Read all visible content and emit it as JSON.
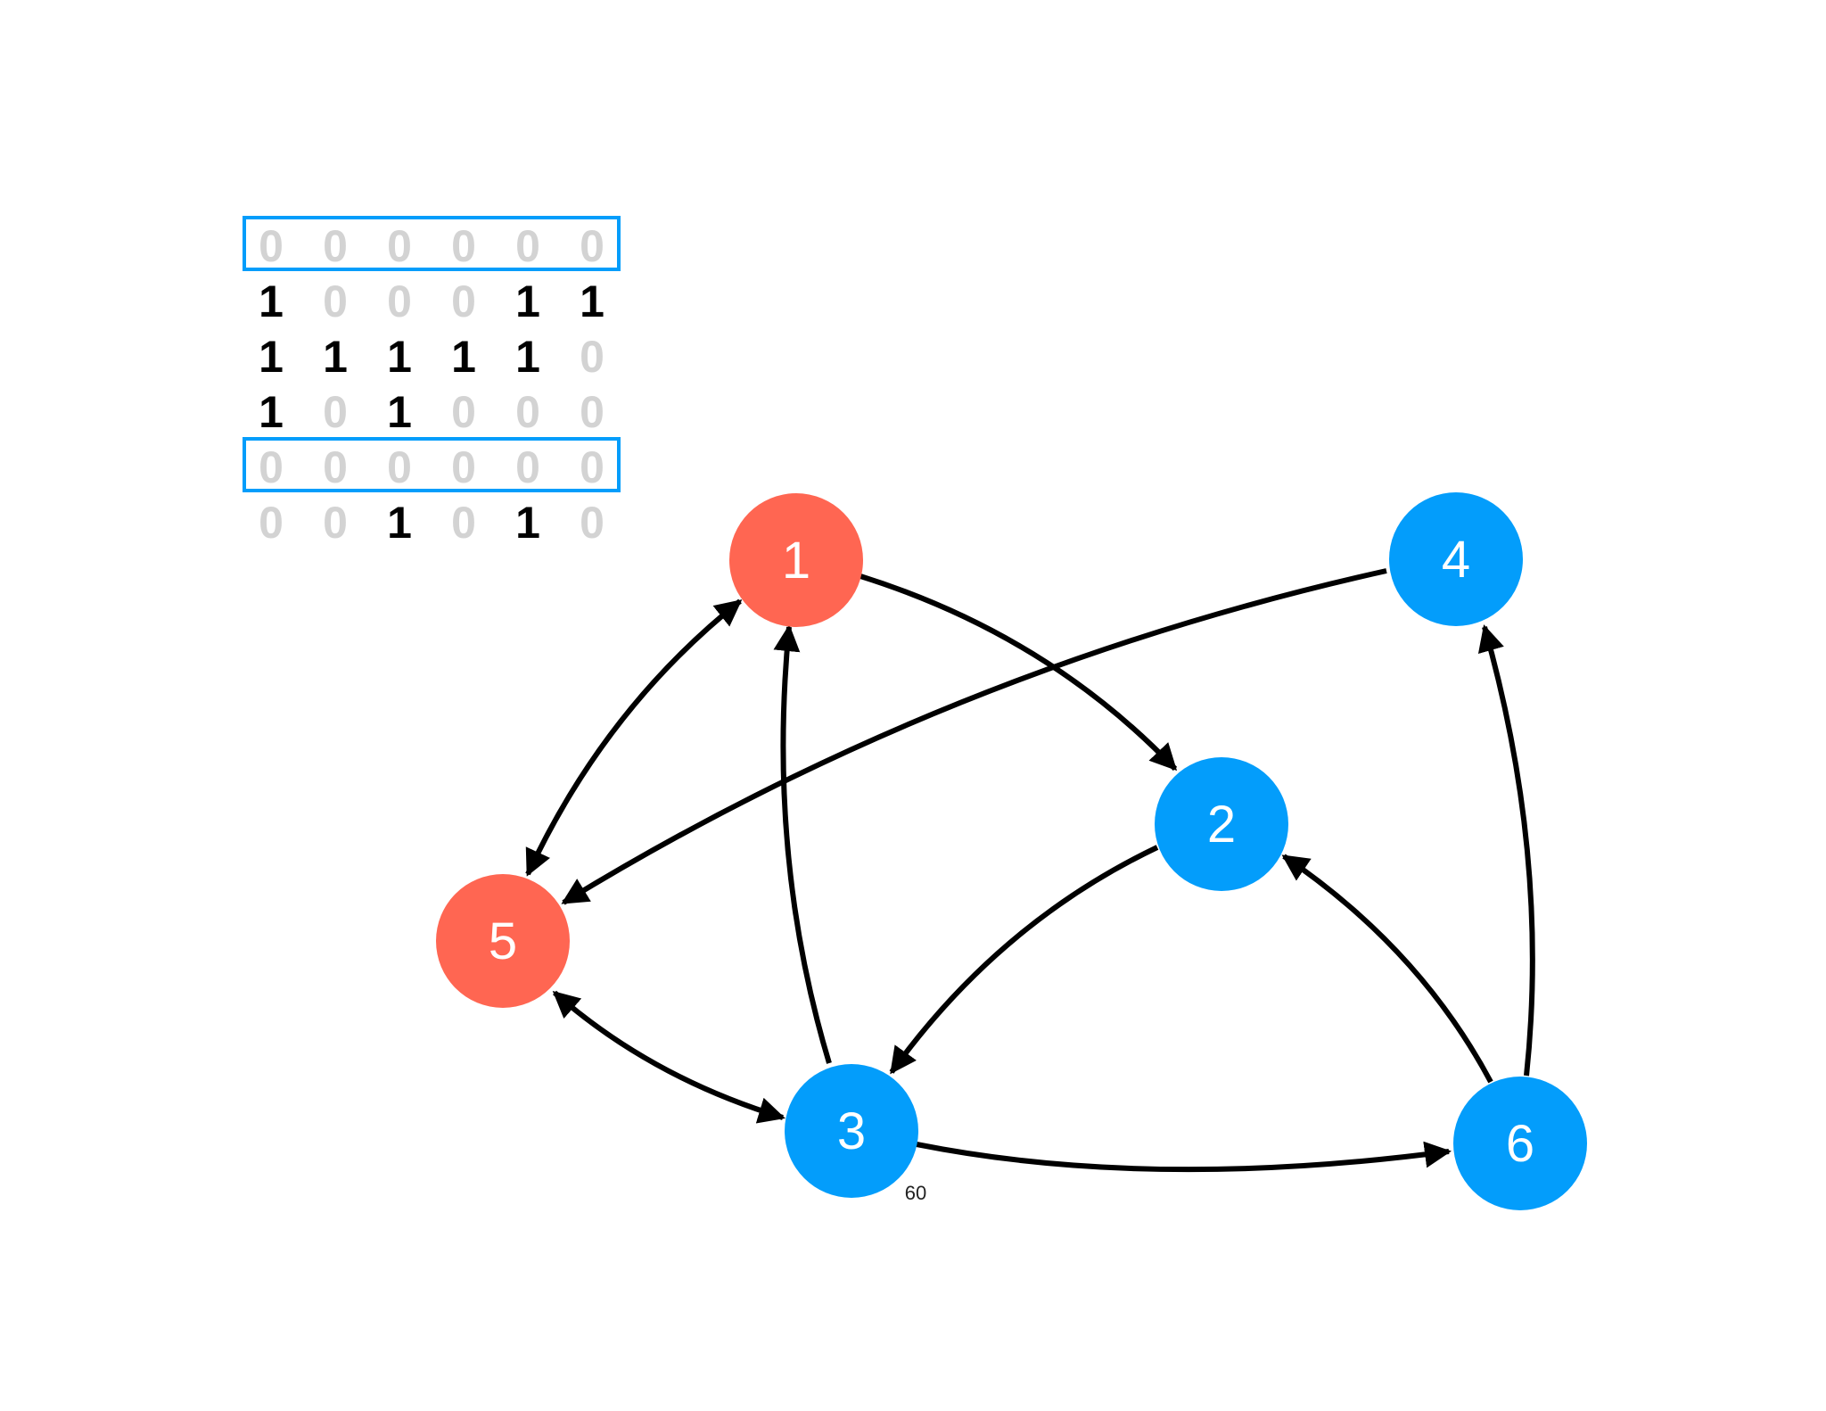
{
  "colors": {
    "visited_node": "#FF6652",
    "unvisited_node": "#039DFB",
    "edge": "#000000",
    "matrix_one": "#000000",
    "matrix_zero": "#D3D3D3",
    "highlight_box": "#039DFB"
  },
  "matrix": {
    "rows": [
      [
        "0",
        "0",
        "0",
        "0",
        "0",
        "0"
      ],
      [
        "1",
        "0",
        "0",
        "0",
        "1",
        "1"
      ],
      [
        "1",
        "1",
        "1",
        "1",
        "1",
        "0"
      ],
      [
        "1",
        "0",
        "1",
        "0",
        "0",
        "0"
      ],
      [
        "0",
        "0",
        "0",
        "0",
        "0",
        "0"
      ],
      [
        "0",
        "0",
        "1",
        "0",
        "1",
        "0"
      ]
    ],
    "highlighted_rows": [
      0,
      4
    ]
  },
  "graph": {
    "nodes": [
      {
        "id": "1",
        "label": "1",
        "state": "visited"
      },
      {
        "id": "2",
        "label": "2",
        "state": "unvisited"
      },
      {
        "id": "3",
        "label": "3",
        "state": "unvisited"
      },
      {
        "id": "4",
        "label": "4",
        "state": "unvisited"
      },
      {
        "id": "5",
        "label": "5",
        "state": "visited"
      },
      {
        "id": "6",
        "label": "6",
        "state": "unvisited"
      }
    ],
    "edges": [
      {
        "from": "1",
        "to": "2",
        "bidirectional": false
      },
      {
        "from": "1",
        "to": "5",
        "bidirectional": true
      },
      {
        "from": "3",
        "to": "1",
        "bidirectional": false
      },
      {
        "from": "4",
        "to": "5",
        "bidirectional": false
      },
      {
        "from": "2",
        "to": "3",
        "bidirectional": false
      },
      {
        "from": "6",
        "to": "2",
        "bidirectional": false
      },
      {
        "from": "6",
        "to": "4",
        "bidirectional": false
      },
      {
        "from": "3",
        "to": "6",
        "bidirectional": false
      },
      {
        "from": "5",
        "to": "3",
        "bidirectional": true
      }
    ]
  },
  "page_number": "60"
}
